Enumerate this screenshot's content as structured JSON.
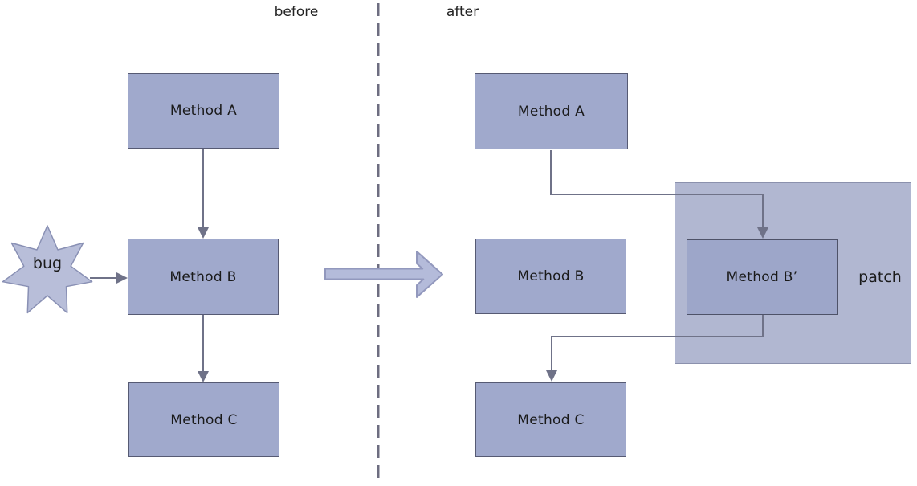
{
  "diagram": {
    "before": {
      "label": "before",
      "nodes": {
        "method_a": "Method A",
        "method_b": "Method B",
        "method_c": "Method C"
      },
      "bug": {
        "label": "bug",
        "shape": "7-point-star",
        "points_to": "Method B"
      },
      "edges": [
        "Method A -> Method B",
        "Method B -> Method C",
        "bug -> Method B"
      ]
    },
    "after": {
      "label": "after",
      "nodes": {
        "method_a": "Method A",
        "method_b": "Method B",
        "method_b_prime": "Method B’",
        "method_c": "Method C"
      },
      "patch": {
        "label": "patch",
        "contains": "Method B’"
      },
      "edges": [
        "Method A -> Method B’",
        "Method B’ -> Method C"
      ]
    },
    "transition": {
      "icon": "block-arrow-right-icon"
    }
  },
  "colors": {
    "background": "#ffffff",
    "node_fill": "#a0a9cc",
    "node_border": "#565a73",
    "node_prime_fill": "#9da6c9",
    "patch_fill": "#b1b7d1",
    "patch_border": "#8b91ad",
    "star_fill": "#b8bed9",
    "star_border": "#8990b4",
    "connector": "#6f7288",
    "divider": "#6d6d80",
    "block_arrow_fill": "#b4bbda",
    "block_arrow_border": "#9298bd",
    "text": "#1a1a1a"
  }
}
